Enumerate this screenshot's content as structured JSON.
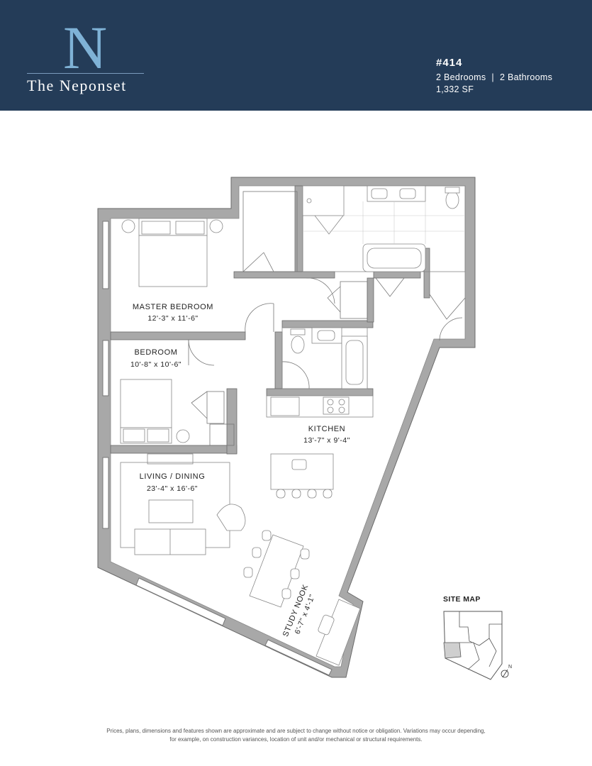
{
  "header": {
    "logo_letter": "N",
    "brand_name": "The Neponset",
    "unit_number": "#414",
    "bedrooms": "2 Bedrooms",
    "separator": "|",
    "bathrooms": "2 Bathrooms",
    "area": "1,332 SF"
  },
  "rooms": {
    "master_bedroom": {
      "label": "MASTER BEDROOM",
      "dim": "12'-3\" x 11'-6\""
    },
    "bedroom": {
      "label": "BEDROOM",
      "dim": "10'-8\" x 10'-6\""
    },
    "kitchen": {
      "label": "KITCHEN",
      "dim": "13'-7\" x 9'-4\""
    },
    "living_dining": {
      "label": "LIVING / DINING",
      "dim": "23'-4\" x 16'-6\""
    },
    "study_nook": {
      "label": "STUDY NOOK",
      "dim": "6'-7\" x 4'-1\""
    }
  },
  "site_map": {
    "title": "SITE MAP",
    "north": "N"
  },
  "disclaimer": {
    "line1": "Prices, plans, dimensions and features shown are approximate and are subject to change without notice or obligation. Variations may occur depending,",
    "line2": "for example, on construction variances, location of unit and/or mechanical or structural requirements."
  },
  "colors": {
    "header_bg": "#243c58",
    "wall": "#a8a8a8",
    "logo_accent": "#7fb2d6"
  }
}
